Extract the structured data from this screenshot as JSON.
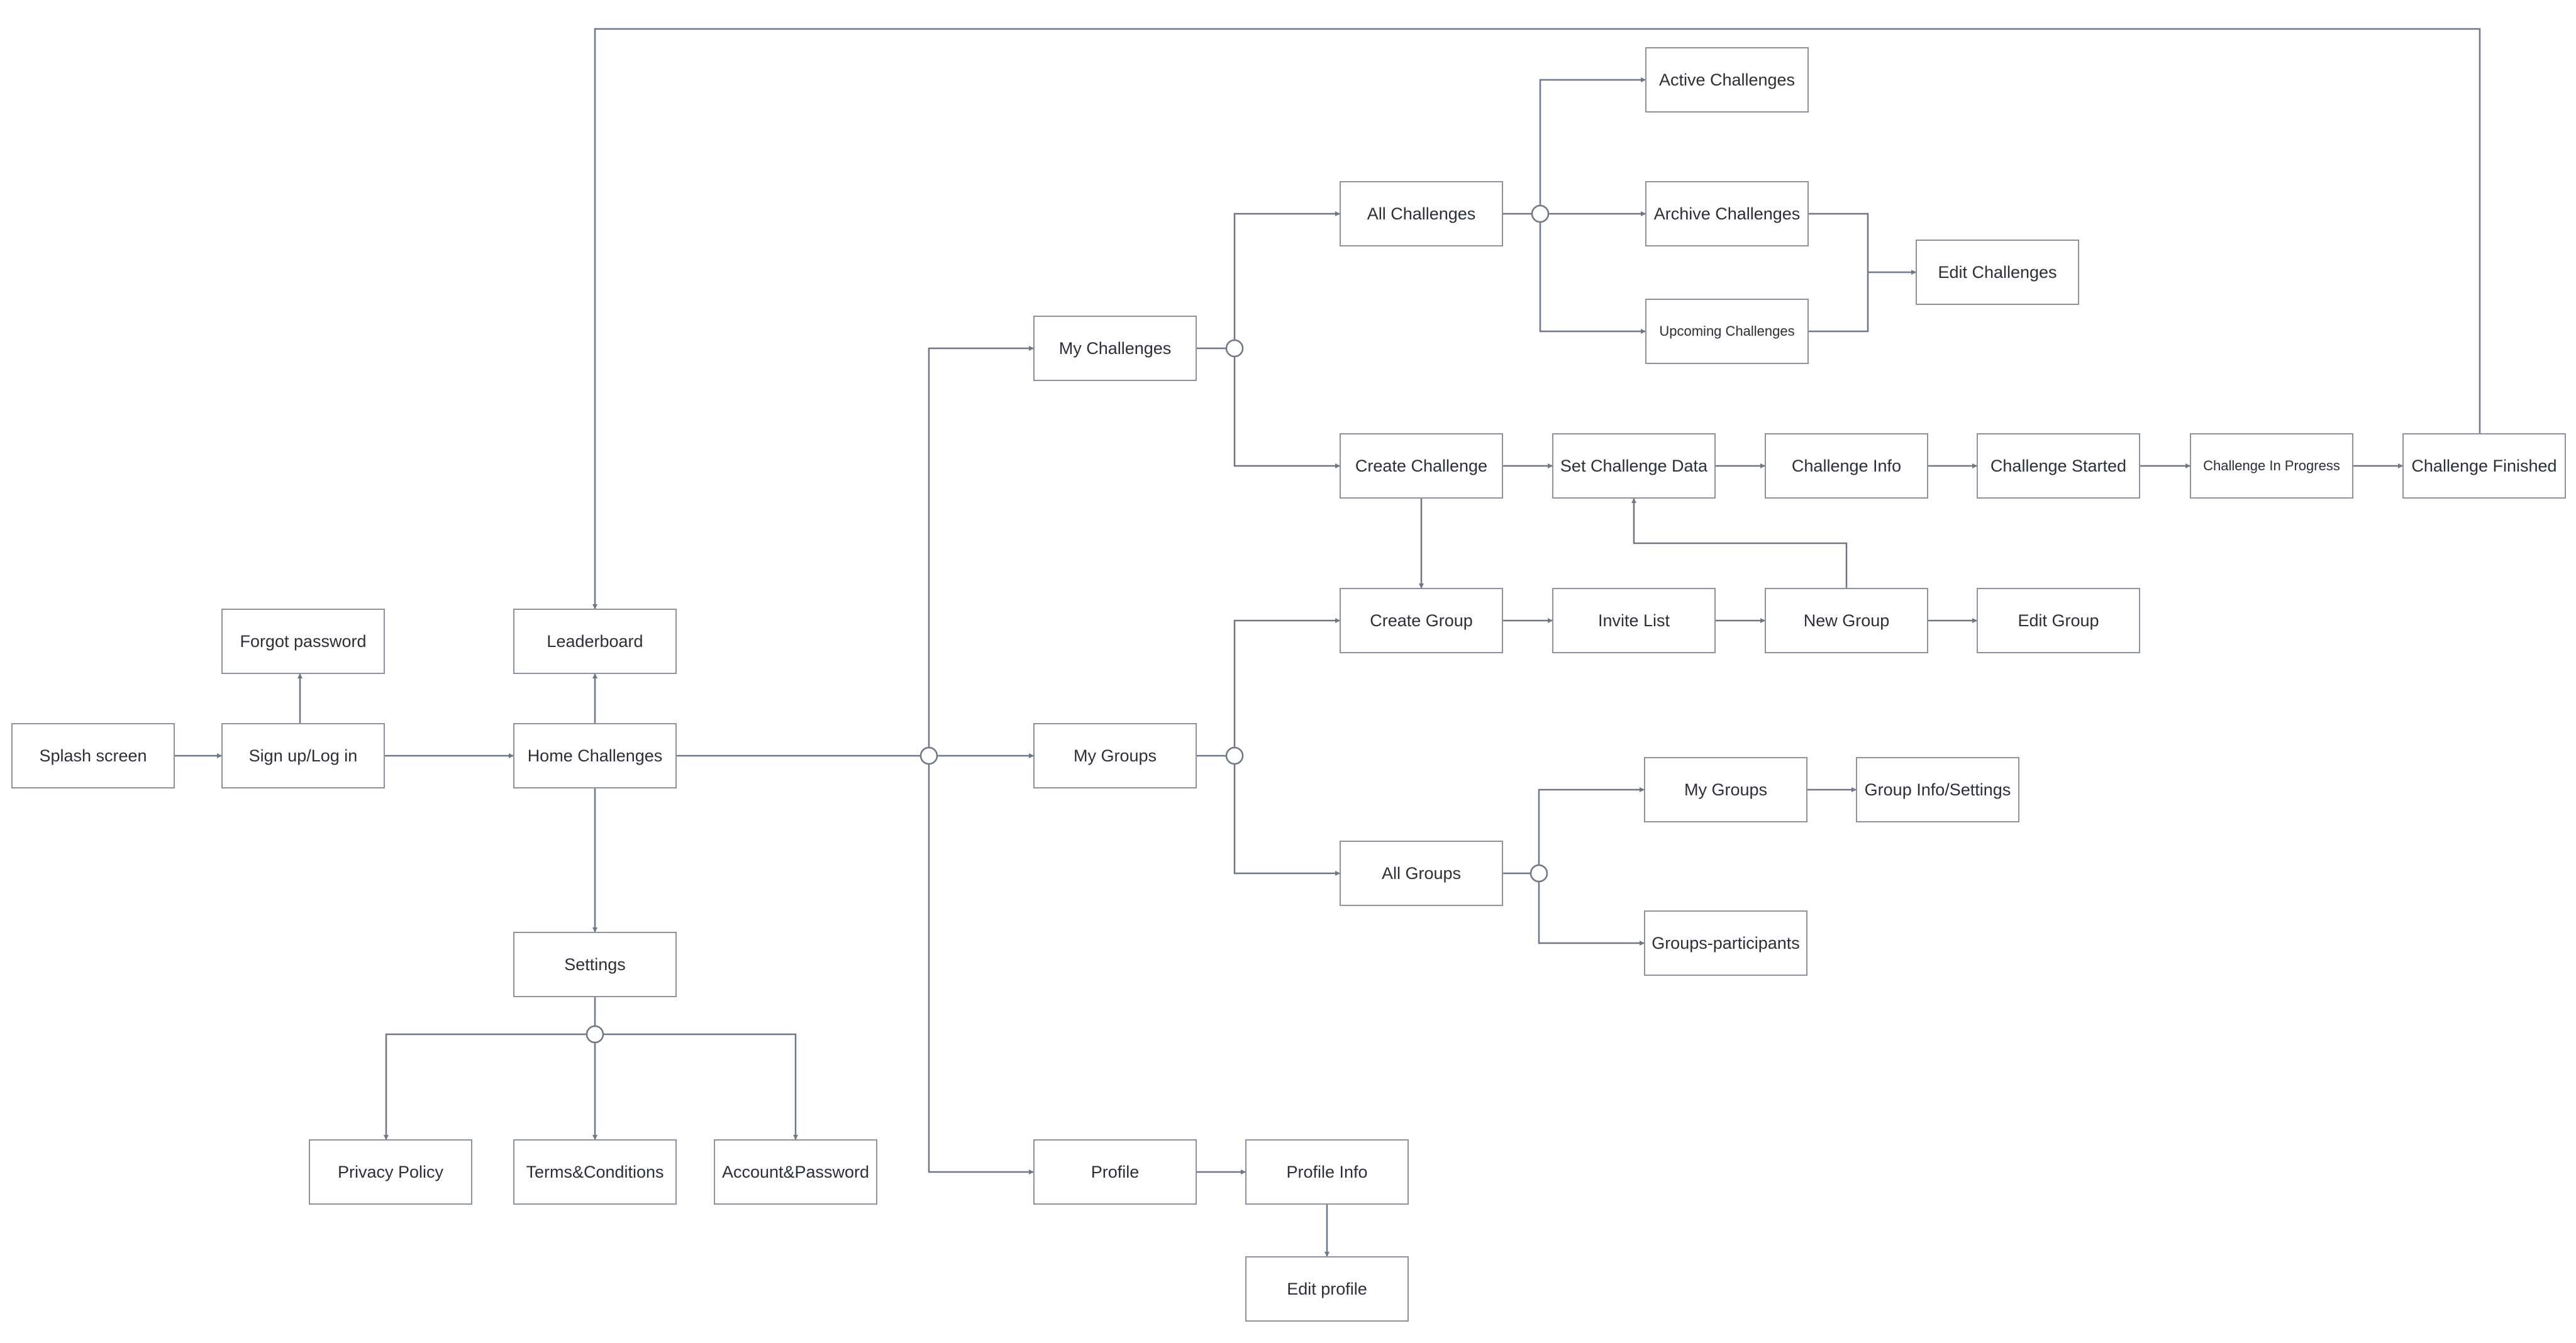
{
  "diagram": {
    "type": "flowchart",
    "colors": {
      "line": "#6e7787",
      "node_border": "#8b93a0",
      "node_fill": "#ffffff",
      "text": "#2b2f36",
      "background": "#ffffff"
    },
    "nodes": {
      "splash": "Splash screen",
      "signup": "Sign up/Log in",
      "forgot": "Forgot password",
      "home": "Home Challenges",
      "leaderboard": "Leaderboard",
      "settings": "Settings",
      "privacy": "Privacy Policy",
      "terms": "Terms&Conditions",
      "account": "Account&Password",
      "my_challenges": "My Challenges",
      "my_groups": "My Groups",
      "profile": "Profile",
      "profile_info": "Profile Info",
      "edit_profile": "Edit profile",
      "all_challenges": "All Challenges",
      "active_challenges": "Active Challenges",
      "archive_challenges": "Archive Challenges",
      "upcoming_challenges": "Upcoming Challenges",
      "edit_challenges": "Edit Challenges",
      "create_challenge": "Create Challenge",
      "set_challenge_data": "Set Challenge Data",
      "challenge_info": "Challenge Info",
      "challenge_started": "Challenge Started",
      "challenge_in_progress": "Challenge In Progress",
      "challenge_finished": "Challenge Finished",
      "create_group": "Create Group",
      "invite_list": "Invite List",
      "new_group": "New Group",
      "edit_group": "Edit Group",
      "all_groups": "All Groups",
      "my_groups_sub": "My Groups",
      "group_info_settings": "Group Info/Settings",
      "groups_participants": "Groups-participants"
    }
  }
}
